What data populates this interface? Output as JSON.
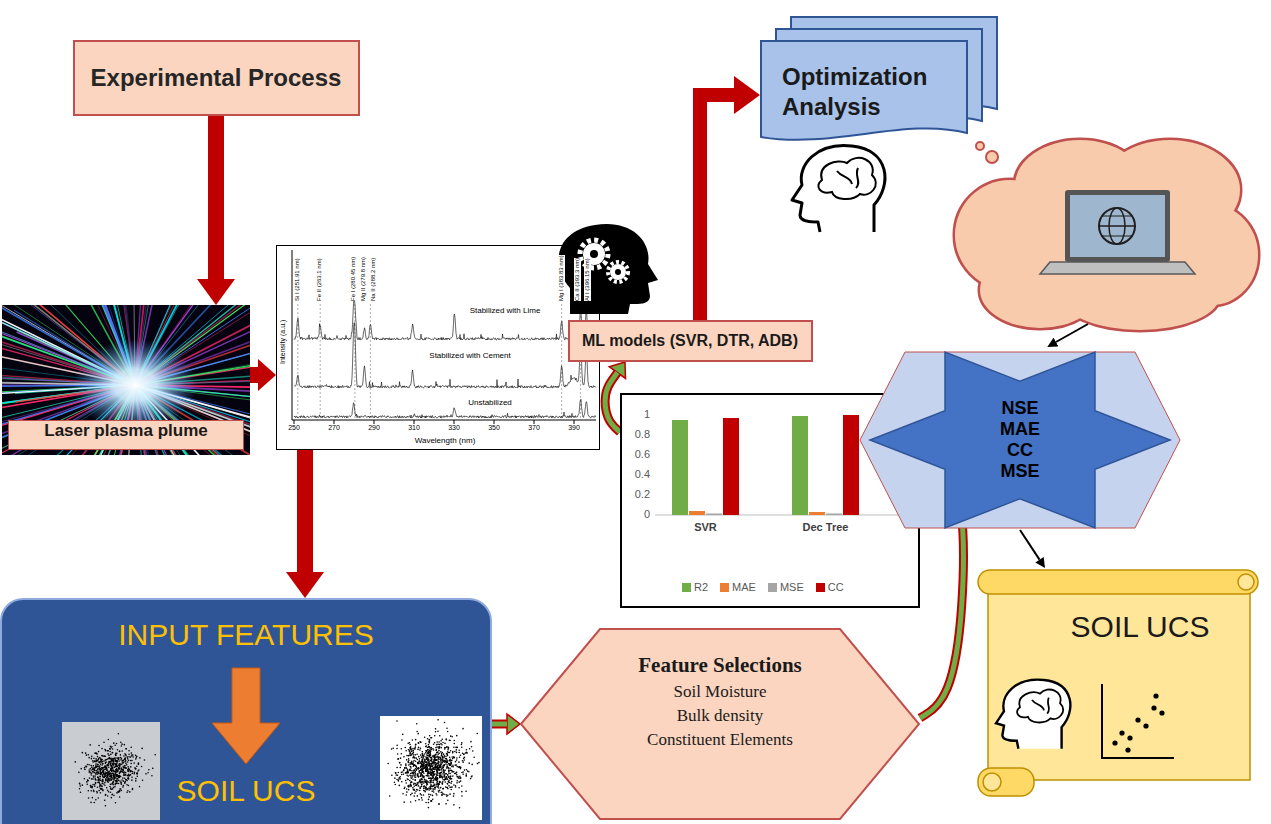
{
  "diagram": {
    "nodes": [
      {
        "text": [
          "Experimental Process"
        ]
      },
      {
        "text": [
          "Laser plasma plume"
        ]
      },
      {
        "text": [
          "Stabilized with Lime",
          "Stabilized with Cement",
          "Unstabilized"
        ]
      },
      {
        "text": [
          "INPUT FEATURES",
          "SOIL UCS"
        ]
      },
      {
        "text": [
          "Feature Selections",
          "Soil Moisture",
          "Bulk density",
          "Constituent Elements"
        ]
      },
      {
        "text": [
          "SVR",
          "Dec Tree"
        ]
      },
      {
        "text": [
          "ML models (SVR, DTR, ADB)"
        ]
      },
      {
        "text": [
          "Optimization Analysis"
        ]
      },
      {
        "text": [
          "NSE MAE CC MSE"
        ]
      },
      {
        "text": [
          "SOIL UCS"
        ]
      }
    ],
    "edges": [
      {
        "from": 0,
        "to": 1,
        "arrow": "to"
      },
      {
        "from": 1,
        "to": 2,
        "arrow": "to"
      },
      {
        "from": 2,
        "to": 3,
        "arrow": "to"
      },
      {
        "from": 3,
        "to": 4,
        "arrow": "to"
      },
      {
        "from": 4,
        "to": 5,
        "arrow": "to"
      },
      {
        "from": 5,
        "to": 6,
        "arrow": "to"
      },
      {
        "from": 6,
        "to": 7,
        "arrow": "to"
      },
      {
        "from": 8,
        "to": 9,
        "arrow": "to"
      }
    ],
    "labels": [
      "Si I (251.91 nm)",
      "Fe II (263.1 nm)",
      "Fe I (280.45 nm)",
      "Mg II (279.8 nm)",
      "Na II (288.2 nm)",
      "Mg I (383.83 nm)",
      "Ca II (393.3 nm)",
      "Al I (396.15 nm)",
      "Intensity (a.u.)",
      "250",
      "270",
      "290",
      "310",
      "330",
      "350",
      "370",
      "390",
      "Wavelength (nm)",
      "1",
      "0.8",
      "0.6",
      "0.4",
      "0.2",
      "0"
    ],
    "legend": [
      {
        "text": "R2",
        "color": "#70ad47"
      },
      {
        "text": "MAE",
        "color": "#ed7d31"
      },
      {
        "text": "MSE",
        "color": "#a5a5a5"
      },
      {
        "text": "CC",
        "color": "#c00000"
      }
    ]
  }
}
